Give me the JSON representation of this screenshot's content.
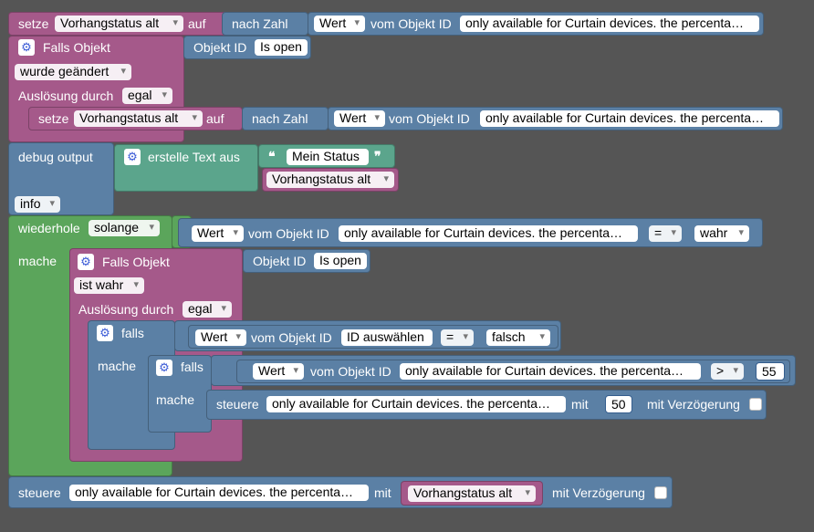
{
  "kw": {
    "setze": "setze",
    "auf": "auf",
    "nach_zahl": "nach Zahl",
    "vom_objekt_id": "vom Objekt ID",
    "falls_objekt": "Falls Objekt",
    "objekt_id": "Objekt ID",
    "ausloesung_durch": "Auslösung durch",
    "debug_output": "debug output",
    "erstelle_text_aus": "erstelle Text aus",
    "wiederhole": "wiederhole",
    "mache": "mache",
    "falls": "falls",
    "steuere": "steuere",
    "mit": "mit",
    "mit_verzoegerung": "mit Verzögerung",
    "open_quote": "❝",
    "close_quote": "❞"
  },
  "values": {
    "var_name": "Vorhangstatus alt",
    "wert": "Wert",
    "curtain_id": "only available for Curtain devices. the percenta…",
    "is_open": "Is open",
    "wurde_geaendert": "wurde geändert",
    "egal": "egal",
    "mein_status": "Mein Status",
    "info": "info",
    "solange": "solange",
    "eq": "=",
    "gt": ">",
    "wahr": "wahr",
    "falsch": "falsch",
    "ist_wahr": "ist wahr",
    "id_auswaehlen": "ID auswählen",
    "num_55": "55",
    "num_50": "50"
  },
  "colors": {
    "background": "#555555",
    "variable_block": "#a5598a",
    "iobroker_block": "#5b80a5",
    "loop_block": "#5ba55b",
    "text_block": "#5ba58c"
  },
  "icons": {
    "gear": "gear-icon"
  }
}
